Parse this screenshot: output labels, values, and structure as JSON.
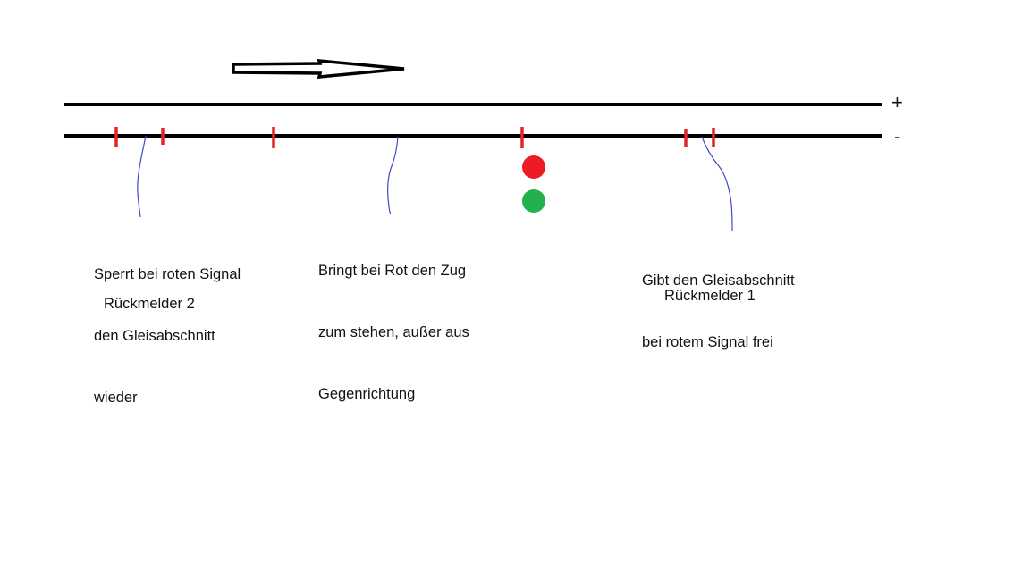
{
  "rails": {
    "plus_sign": "+",
    "minus_sign": "-"
  },
  "signal": {
    "lights": [
      {
        "name": "red-light",
        "color": "#ed1c24"
      },
      {
        "name": "green-light",
        "color": "#22b14c"
      }
    ]
  },
  "colors": {
    "rail": "#000000",
    "separator": "#e3242b",
    "annotation_line": "#3f48cc"
  },
  "annotations": {
    "left_text": {
      "line1": "Sperrt bei roten Signal",
      "line2": "den Gleisabschnitt",
      "line3": "wieder"
    },
    "left_detector": "Rückmelder 2",
    "middle_text": {
      "line1": "Bringt bei Rot den Zug",
      "line2": "zum stehen, außer aus",
      "line3": "Gegenrichtung"
    },
    "right_text": {
      "line1": "Gibt den Gleisabschnitt",
      "line2": "bei rotem Signal frei"
    },
    "right_detector": "Rückmelder 1"
  }
}
